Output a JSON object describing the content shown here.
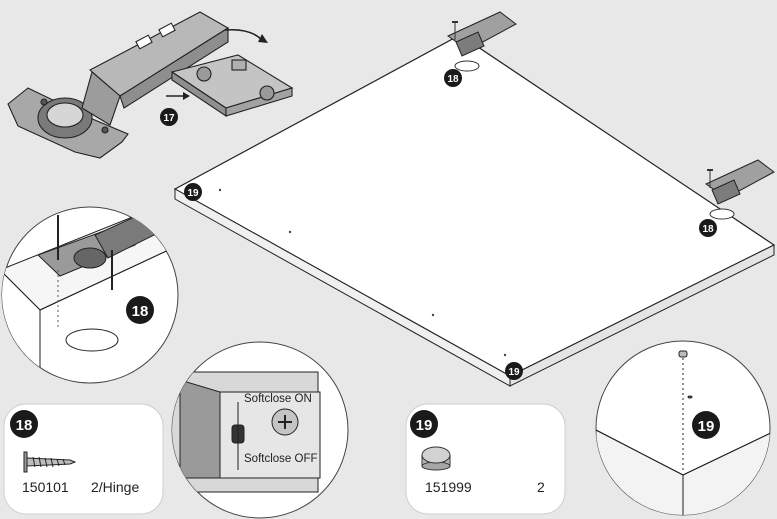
{
  "steps": {
    "hinge_clip": "17",
    "screw_main": "18",
    "screw_right": "18",
    "bumper_top_left": "19",
    "bumper_bottom": "19",
    "detail_screw": "18",
    "detail_bumper": "19"
  },
  "softclose": {
    "on_label": "Softclose ON",
    "off_label": "Softclose OFF"
  },
  "parts": {
    "screw": {
      "step": "18",
      "article": "150101",
      "quantity": "2/Hinge"
    },
    "bumper": {
      "step": "19",
      "article": "151999",
      "quantity": "2"
    }
  },
  "colors": {
    "background": "#e8e8e8",
    "panel": "#ffffff",
    "badge": "#1a1a1a",
    "hinge": "#9a9a9a"
  }
}
